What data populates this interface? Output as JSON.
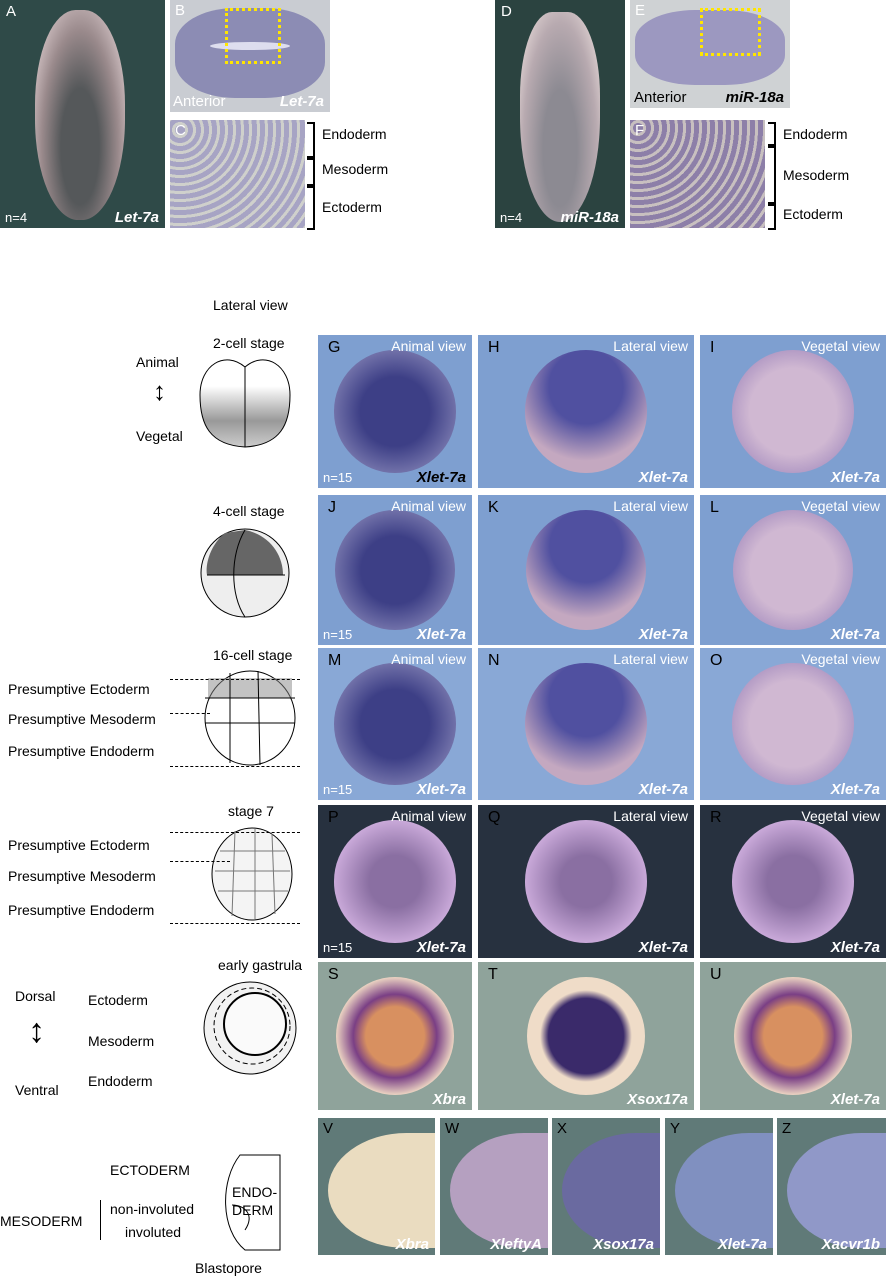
{
  "top": {
    "A": {
      "letter": "A",
      "n": "n=4",
      "gene": "Let-7a"
    },
    "B": {
      "letter": "B",
      "side": "Anterior",
      "gene": "Let-7a"
    },
    "C": {
      "letter": "C",
      "layers": [
        "Endoderm",
        "Mesoderm",
        "Ectoderm"
      ]
    },
    "D": {
      "letter": "D",
      "n": "n=4",
      "gene": "miR-18a"
    },
    "E": {
      "letter": "E",
      "side": "Anterior",
      "gene": "miR-18a"
    },
    "F": {
      "letter": "F",
      "layers": [
        "Endoderm",
        "Mesoderm",
        "Ectoderm"
      ]
    }
  },
  "diagrams": {
    "lateral_view": "Lateral view",
    "stage1": "2-cell stage",
    "animal": "Animal",
    "vegetal": "Vegetal",
    "stage2": "4-cell stage",
    "stage3": "16-cell stage",
    "stage4": "stage 7",
    "presumptive": [
      "Presumptive Ectoderm",
      "Presumptive Mesoderm",
      "Presumptive Endoderm"
    ],
    "stage5": "early gastrula",
    "dorsal": "Dorsal",
    "ventral": "Ventral",
    "gastrula_layers": [
      "Ectoderm",
      "Mesoderm",
      "Endoderm"
    ],
    "ectoderm_caps": "ECTODERM",
    "endoderm_caps": "ENDO-\nDERM",
    "mesoderm_caps": "MESODERM",
    "non_involuted": "non-involuted",
    "involuted": "involuted",
    "blastopore": "Blastopore"
  },
  "grid": [
    [
      {
        "l": "G",
        "v": "Animal view",
        "g": "Xlet-7a",
        "n": "n=15"
      },
      {
        "l": "H",
        "v": "Lateral view",
        "g": "Xlet-7a"
      },
      {
        "l": "I",
        "v": "Vegetal view",
        "g": "Xlet-7a"
      }
    ],
    [
      {
        "l": "J",
        "v": "Animal view",
        "g": "Xlet-7a",
        "n": "n=15"
      },
      {
        "l": "K",
        "v": "Lateral view",
        "g": "Xlet-7a"
      },
      {
        "l": "L",
        "v": "Vegetal view",
        "g": "Xlet-7a"
      }
    ],
    [
      {
        "l": "M",
        "v": "Animal view",
        "g": "Xlet-7a",
        "n": "n=15"
      },
      {
        "l": "N",
        "v": "Lateral view",
        "g": "Xlet-7a"
      },
      {
        "l": "O",
        "v": "Vegetal view",
        "g": "Xlet-7a"
      }
    ],
    [
      {
        "l": "P",
        "v": "Animal view",
        "g": "Xlet-7a",
        "n": "n=15"
      },
      {
        "l": "Q",
        "v": "Lateral view",
        "g": "Xlet-7a"
      },
      {
        "l": "R",
        "v": "Vegetal view",
        "g": "Xlet-7a"
      }
    ],
    [
      {
        "l": "S",
        "g": "Xbra"
      },
      {
        "l": "T",
        "g": "Xsox17a"
      },
      {
        "l": "U",
        "g": "Xlet-7a"
      }
    ]
  ],
  "bottom_row": [
    {
      "l": "V",
      "g": "Xbra"
    },
    {
      "l": "W",
      "g": "XleftyA"
    },
    {
      "l": "X",
      "g": "Xsox17a"
    },
    {
      "l": "Y",
      "g": "Xlet-7a"
    },
    {
      "l": "Z",
      "g": "Xacvr1b"
    }
  ]
}
